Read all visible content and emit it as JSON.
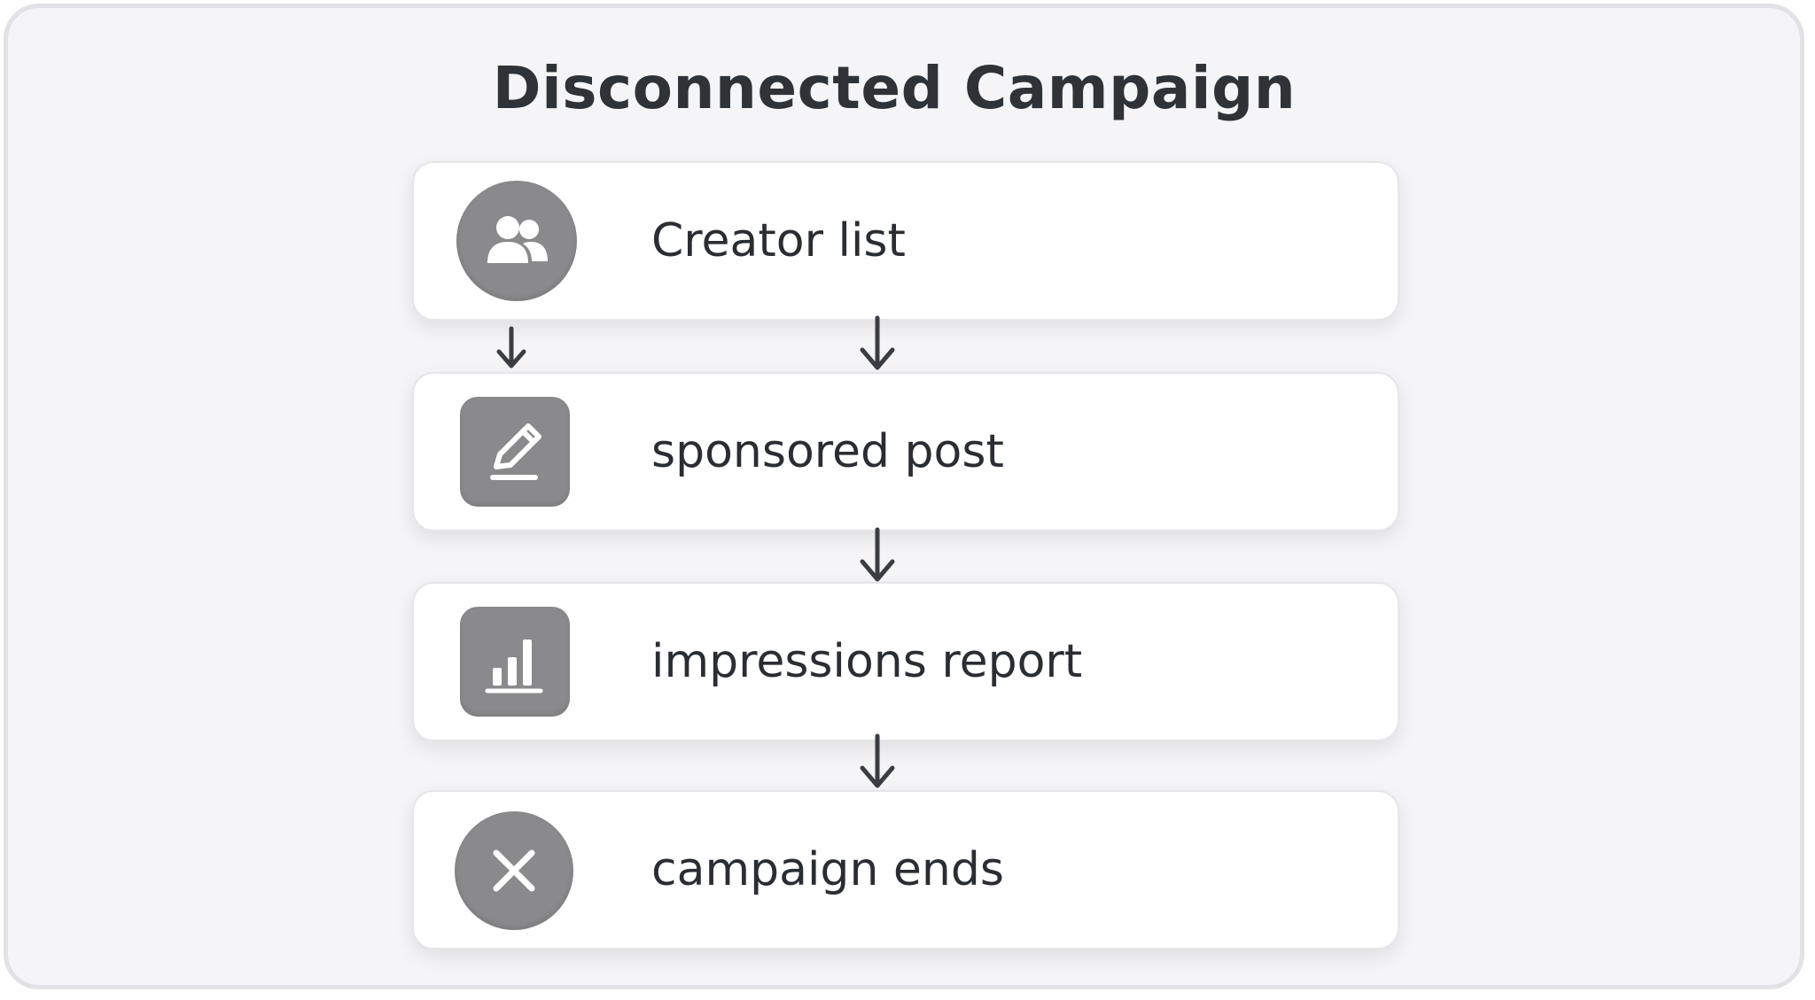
{
  "title": "Disconnected Campaign",
  "steps": [
    {
      "label": "Creator list",
      "icon": "people-icon"
    },
    {
      "label": "sponsored post",
      "icon": "edit-icon"
    },
    {
      "label": "impressions report",
      "icon": "bar-chart-icon"
    },
    {
      "label": "campaign ends",
      "icon": "close-icon"
    }
  ],
  "colors": {
    "background": "#f5f5f7",
    "card": "#ffffff",
    "icon_badge": "#8a8a8c",
    "text": "#2a2d31",
    "arrow": "#3a3d42"
  }
}
